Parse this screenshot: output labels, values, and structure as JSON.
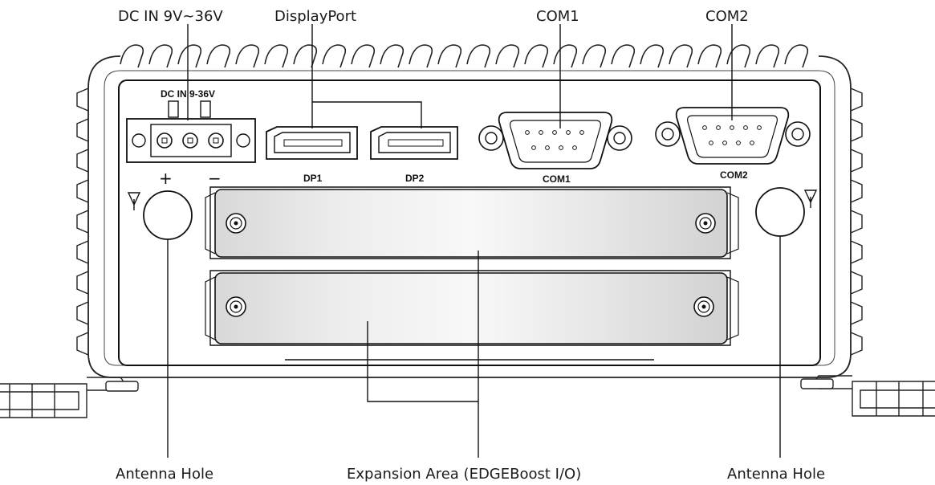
{
  "callouts": {
    "dc_in": "DC IN 9V~36V",
    "displayport": "DisplayPort",
    "com1": "COM1",
    "com2": "COM2",
    "antenna_left": "Antenna Hole",
    "expansion": "Expansion Area  (EDGEBoost I/O)",
    "antenna_right": "Antenna Hole"
  },
  "panel_labels": {
    "dc_in": "DC  IN  9-36V",
    "dp1": "DP1",
    "dp2": "DP2",
    "com1": "COM1",
    "com2": "COM2",
    "plus": "+",
    "minus": "−"
  }
}
